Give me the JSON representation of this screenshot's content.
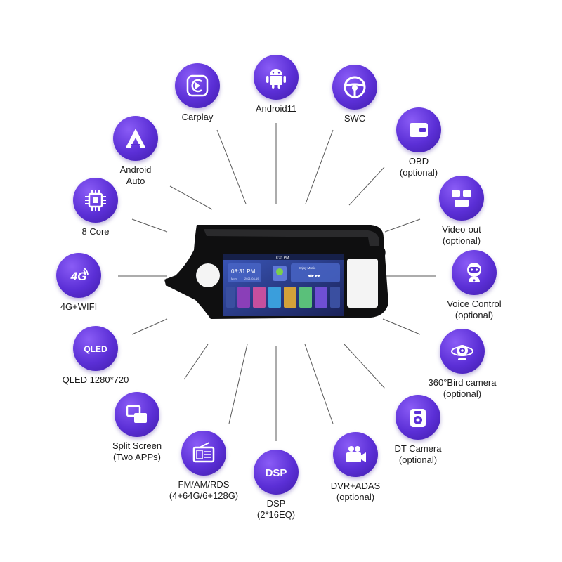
{
  "colors": {
    "accent": "#5b2fd6",
    "accent_light": "#8a5cf6",
    "line": "#555555"
  },
  "features": [
    {
      "id": "carplay",
      "icon": "carplay-icon",
      "label": "Carplay"
    },
    {
      "id": "android11",
      "icon": "android-robot-icon",
      "label": "Android11"
    },
    {
      "id": "swc",
      "icon": "steering-wheel-icon",
      "label": "SWC"
    },
    {
      "id": "android-auto",
      "icon": "android-auto-icon",
      "label": "Android\nAuto"
    },
    {
      "id": "obd",
      "icon": "obd-icon",
      "label": "OBD\n(optional)"
    },
    {
      "id": "8core",
      "icon": "chip-icon",
      "label": "8 Core"
    },
    {
      "id": "video-out",
      "icon": "video-out-icon",
      "label": "Video-out\n(optional)"
    },
    {
      "id": "4g-wifi",
      "icon": "4g-icon",
      "label": "4G+WIFI"
    },
    {
      "id": "voice",
      "icon": "voice-robot-icon",
      "label": "Voice Control\n(optional)"
    },
    {
      "id": "qled",
      "icon": "qled-icon",
      "label": "QLED 1280*720"
    },
    {
      "id": "360cam",
      "icon": "360-camera-icon",
      "label": "360°Bird camera\n(optional)"
    },
    {
      "id": "split",
      "icon": "split-screen-icon",
      "label": "Split Screen\n(Two APPs)"
    },
    {
      "id": "dtcam",
      "icon": "dash-camera-icon",
      "label": "DT Camera\n(optional)"
    },
    {
      "id": "radio",
      "icon": "radio-icon",
      "label": "FM/AM/RDS\n(4+64G/6+128G)"
    },
    {
      "id": "dvr",
      "icon": "dvr-camera-icon",
      "label": "DVR+ADAS\n(optional)"
    },
    {
      "id": "dsp",
      "icon": "dsp-icon",
      "label": "DSP\n(2*16EQ)"
    }
  ],
  "screen": {
    "status_time": "8:31 PM",
    "clock": "08:31 PM",
    "date_day": "Mon",
    "date": "2021-04-19",
    "music": "Enjoy Music"
  }
}
